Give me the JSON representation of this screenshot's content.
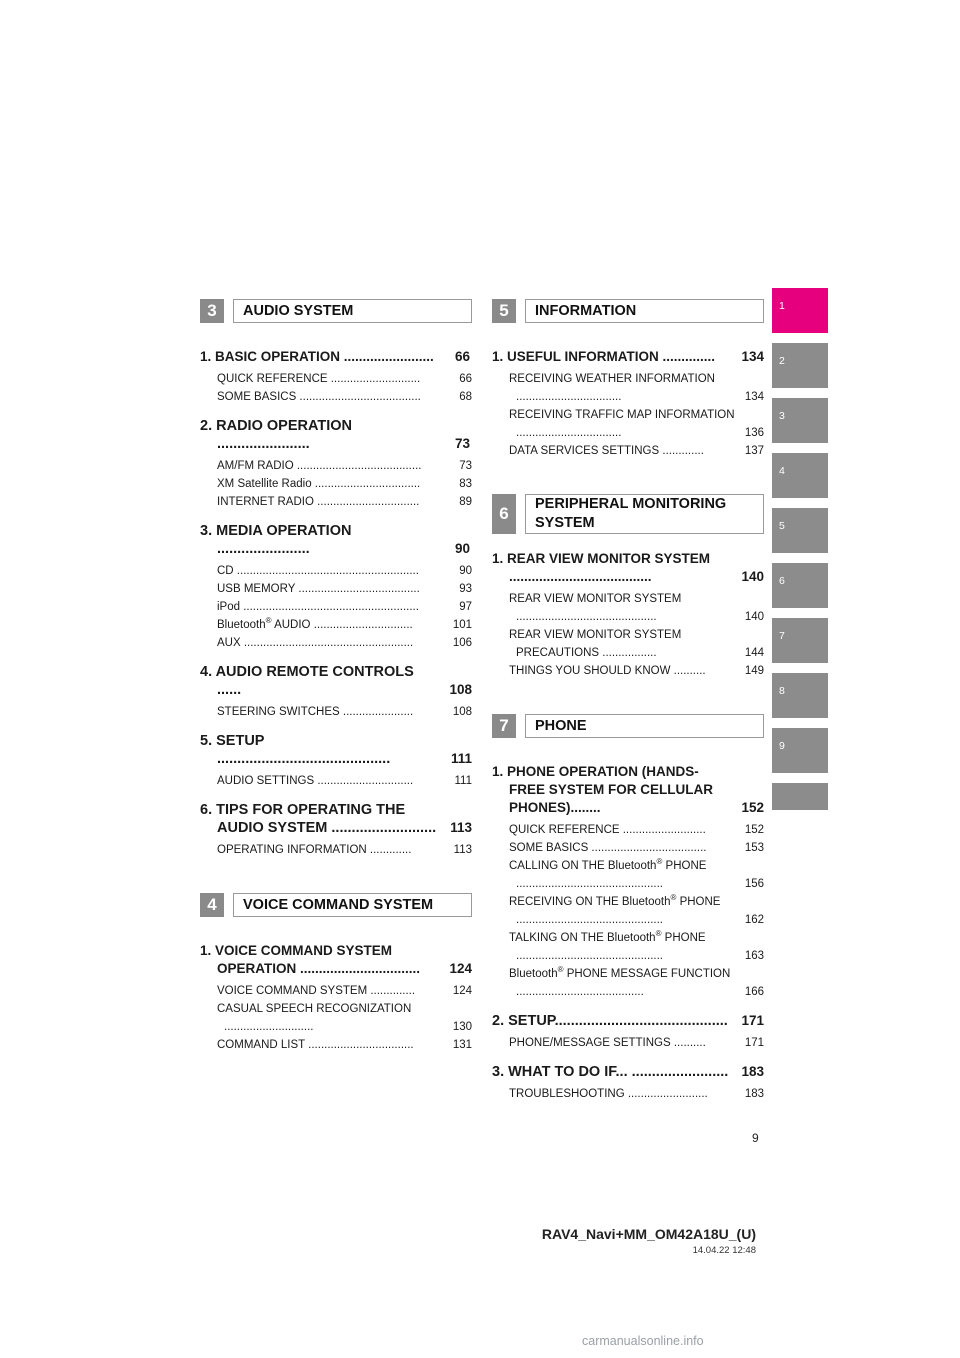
{
  "sections_left": [
    {
      "num": "3",
      "title": "AUDIO SYSTEM",
      "chapters": [
        {
          "label": "1. BASIC OPERATION ........................",
          "page": "66",
          "subs": [
            {
              "label": "QUICK REFERENCE ............................",
              "page": "66"
            },
            {
              "label": "SOME BASICS ......................................",
              "page": "68"
            }
          ]
        },
        {
          "label": "2. RADIO OPERATION .......................",
          "page": "73",
          "subs": [
            {
              "label": "AM/FM RADIO .......................................",
              "page": "73"
            },
            {
              "label": "XM Satellite Radio .................................",
              "page": "83"
            },
            {
              "label": "INTERNET RADIO ................................",
              "page": "89"
            }
          ]
        },
        {
          "label": "3. MEDIA OPERATION .......................",
          "page": "90",
          "subs": [
            {
              "label": "CD .........................................................",
              "page": "90"
            },
            {
              "label": "USB MEMORY ......................................",
              "page": "93"
            },
            {
              "label": "iPod .......................................................",
              "page": "97"
            },
            {
              "label_pre": "Bluetooth",
              "sup": "®",
              "label_post": " AUDIO ...............................",
              "page": "101"
            },
            {
              "label": "AUX .....................................................",
              "page": "106"
            }
          ]
        },
        {
          "label": "4. AUDIO REMOTE CONTROLS ......",
          "page": "108",
          "subs": [
            {
              "label": "STEERING SWITCHES ......................",
              "page": "108"
            }
          ]
        },
        {
          "label": "5. SETUP ...........................................",
          "page": "111",
          "subs": [
            {
              "label": "AUDIO SETTINGS ..............................",
              "page": "111"
            }
          ]
        },
        {
          "label": "6. TIPS FOR OPERATING THE AUDIO SYSTEM ..........................",
          "page": "113",
          "subs": [
            {
              "label": "OPERATING INFORMATION .............",
              "page": "113"
            }
          ]
        }
      ]
    },
    {
      "num": "4",
      "title": "VOICE COMMAND SYSTEM",
      "chapters": [
        {
          "label": "1. VOICE COMMAND SYSTEM OPERATION ................................",
          "page": "124",
          "subs": [
            {
              "label": "VOICE COMMAND SYSTEM ..............",
              "page": "124"
            },
            {
              "label": "CASUAL SPEECH RECOGNIZATION ............................",
              "page": "130"
            },
            {
              "label": "COMMAND LIST .................................",
              "page": "131"
            }
          ]
        }
      ]
    }
  ],
  "sections_right": [
    {
      "num": "5",
      "title": "INFORMATION",
      "chapters": [
        {
          "label": "1. USEFUL INFORMATION ..............",
          "page": "134",
          "subs": [
            {
              "label": "RECEIVING WEATHER INFORMATION .................................",
              "page": "134"
            },
            {
              "label": "RECEIVING TRAFFIC MAP INFORMATION .................................",
              "page": "136"
            },
            {
              "label": "DATA SERVICES SETTINGS .............",
              "page": "137"
            }
          ]
        }
      ]
    },
    {
      "num": "6",
      "title": "PERIPHERAL MONITORING SYSTEM",
      "chapters": [
        {
          "label": "1. REAR VIEW MONITOR SYSTEM ......................................",
          "page": "140",
          "subs": [
            {
              "label": "REAR VIEW MONITOR SYSTEM ............................................",
              "page": "140"
            },
            {
              "label": "REAR VIEW MONITOR SYSTEM PRECAUTIONS .................",
              "page": "144"
            },
            {
              "label": "THINGS YOU SHOULD KNOW ..........",
              "page": "149"
            }
          ]
        }
      ]
    },
    {
      "num": "7",
      "title": "PHONE",
      "chapters": [
        {
          "label": "1. PHONE OPERATION (HANDS-FREE SYSTEM FOR CELLULAR PHONES)........",
          "page": "152",
          "subs": [
            {
              "label": "QUICK REFERENCE ..........................",
              "page": "152"
            },
            {
              "label": "SOME BASICS ....................................",
              "page": "153"
            },
            {
              "label_pre": "CALLING ON THE Bluetooth",
              "sup": "®",
              "label_post": " PHONE ..............................................",
              "page": "156"
            },
            {
              "label_pre": "RECEIVING ON THE Bluetooth",
              "sup": "®",
              "label_post": " PHONE ..............................................",
              "page": "162"
            },
            {
              "label_pre": "TALKING ON THE Bluetooth",
              "sup": "®",
              "label_post": " PHONE ..............................................",
              "page": "163"
            },
            {
              "label_pre": "Bluetooth",
              "sup": "®",
              "label_post": " PHONE MESSAGE FUNCTION ........................................",
              "page": "166"
            }
          ]
        },
        {
          "label": "2. SETUP...........................................",
          "page": "171",
          "subs": [
            {
              "label": "PHONE/MESSAGE SETTINGS ..........",
              "page": "171"
            }
          ]
        },
        {
          "label": "3. WHAT TO DO IF... ........................",
          "page": "183",
          "subs": [
            {
              "label": "TROUBLESHOOTING .........................",
              "page": "183"
            }
          ]
        }
      ]
    }
  ],
  "tabs": [
    "1",
    "2",
    "3",
    "4",
    "5",
    "6",
    "7",
    "8",
    "9",
    ""
  ],
  "tab_active_color": "#e6007e",
  "tab_color": "#8c8c8c",
  "page_number": "9",
  "doc_code": "RAV4_Navi+MM_OM42A18U_(U)",
  "doc_stamp": "14.04.22     12:48",
  "watermark": "carmanualsonline.info"
}
